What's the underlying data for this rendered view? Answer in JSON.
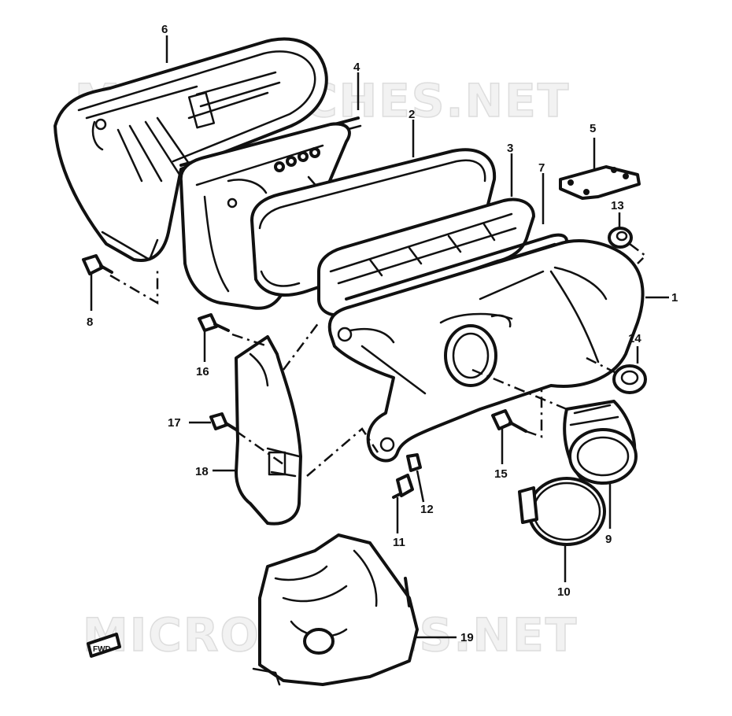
{
  "watermarks": [
    "MICROFICHES.NET",
    "MICROFICHES.NET"
  ],
  "callouts": [
    "1",
    "2",
    "3",
    "4",
    "5",
    "6",
    "7",
    "8",
    "9",
    "10",
    "11",
    "12",
    "13",
    "14",
    "15",
    "16",
    "17",
    "18",
    "19"
  ],
  "front_marker": "FWD"
}
